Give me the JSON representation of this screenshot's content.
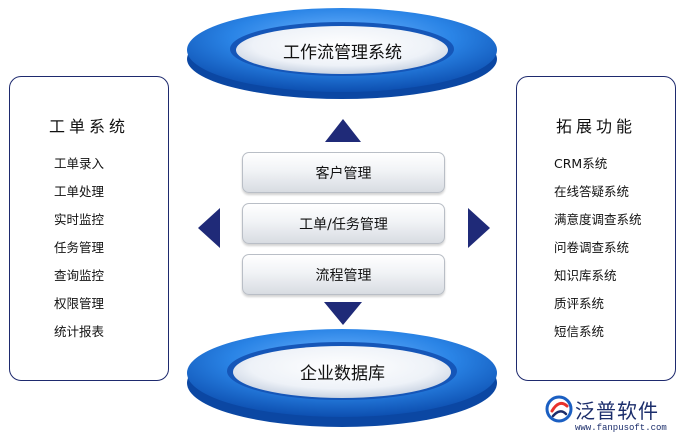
{
  "top_disc": {
    "label": "工作流管理系统"
  },
  "bottom_disc": {
    "label": "企业数据库"
  },
  "center_buttons": [
    {
      "label": "客户管理"
    },
    {
      "label": "工单/任务管理"
    },
    {
      "label": "流程管理"
    }
  ],
  "left_panel": {
    "title": "工单系统",
    "items": [
      "工单录入",
      "工单处理",
      "实时监控",
      "任务管理",
      "查询监控",
      "权限管理",
      "统计报表"
    ]
  },
  "right_panel": {
    "title": "拓展功能",
    "items": [
      "CRM系统",
      "在线答疑系统",
      "满意度调查系统",
      "问卷调查系统",
      "知识库系统",
      "质评系统",
      "短信系统"
    ]
  },
  "logo": {
    "name": "泛普软件",
    "url": "www.fanpusoft.com"
  },
  "colors": {
    "disc_blue": "#1a72d6",
    "arrow_navy": "#1f2a78",
    "panel_border": "#1e2a6e"
  }
}
